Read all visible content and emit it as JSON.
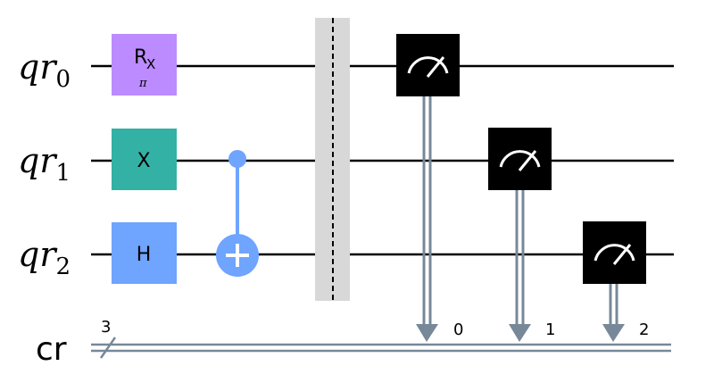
{
  "quantum_register": {
    "name": "qr",
    "wires": [
      {
        "index": "0"
      },
      {
        "index": "1"
      },
      {
        "index": "2"
      }
    ]
  },
  "classical_register": {
    "name": "cr",
    "width": "3"
  },
  "gates": {
    "rx": {
      "label": "R",
      "sub": "X",
      "param": "π",
      "color": "#bb8bff"
    },
    "x": {
      "label": "X",
      "color": "#33b1a4"
    },
    "h": {
      "label": "H",
      "color": "#6fa4ff"
    },
    "cnot": {
      "color": "#6fa4ff"
    }
  },
  "barrier": {
    "color": "#d8d8d8"
  },
  "measurements": [
    {
      "bit": "0"
    },
    {
      "bit": "1"
    },
    {
      "bit": "2"
    }
  ],
  "colors": {
    "wire": "#000000",
    "classical_wire": "#778899",
    "measure_box": "#000000"
  }
}
